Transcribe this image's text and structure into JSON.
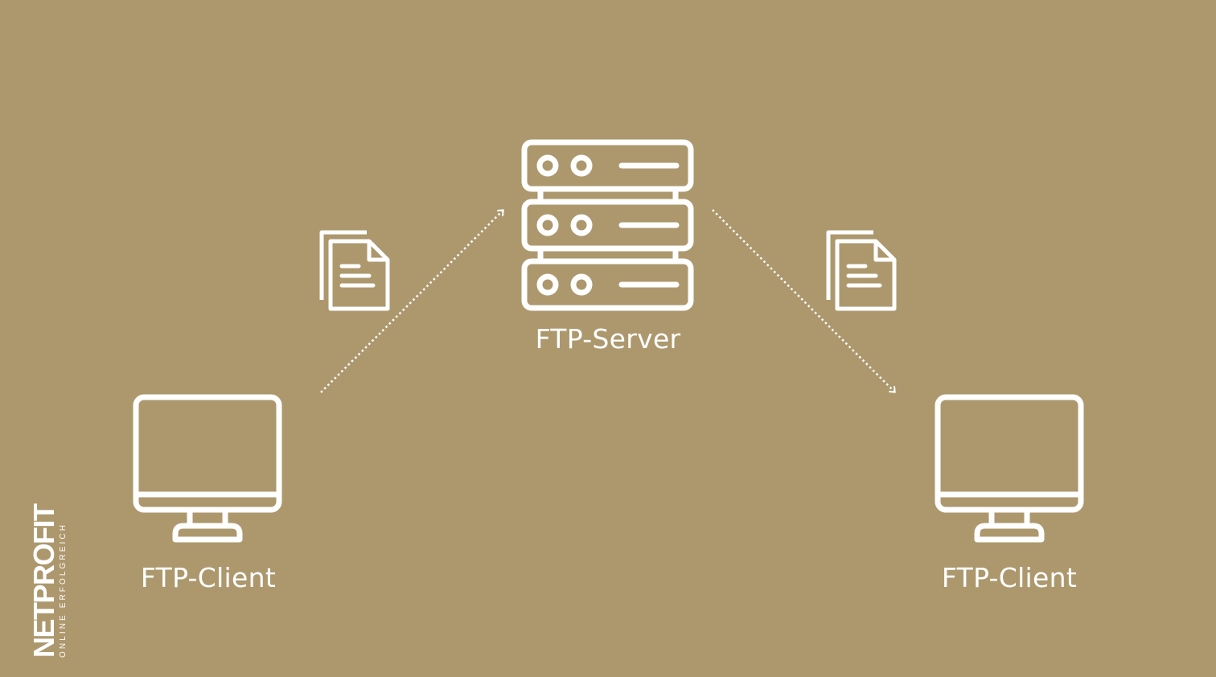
{
  "diagram": {
    "server": {
      "label": "FTP-Server",
      "icon": "server-icon"
    },
    "client_left": {
      "label": "FTP-Client",
      "icon": "monitor-icon"
    },
    "client_right": {
      "label": "FTP-Client",
      "icon": "monitor-icon"
    },
    "files": [
      "documents-icon",
      "documents-icon"
    ],
    "arrows": [
      "upload-arrow",
      "download-arrow"
    ]
  },
  "brand": {
    "name": "NETPROFIT",
    "tagline": "ONLINE ERFOLGREICH"
  },
  "colors": {
    "background": "#ad986e",
    "foreground": "#ffffff"
  }
}
